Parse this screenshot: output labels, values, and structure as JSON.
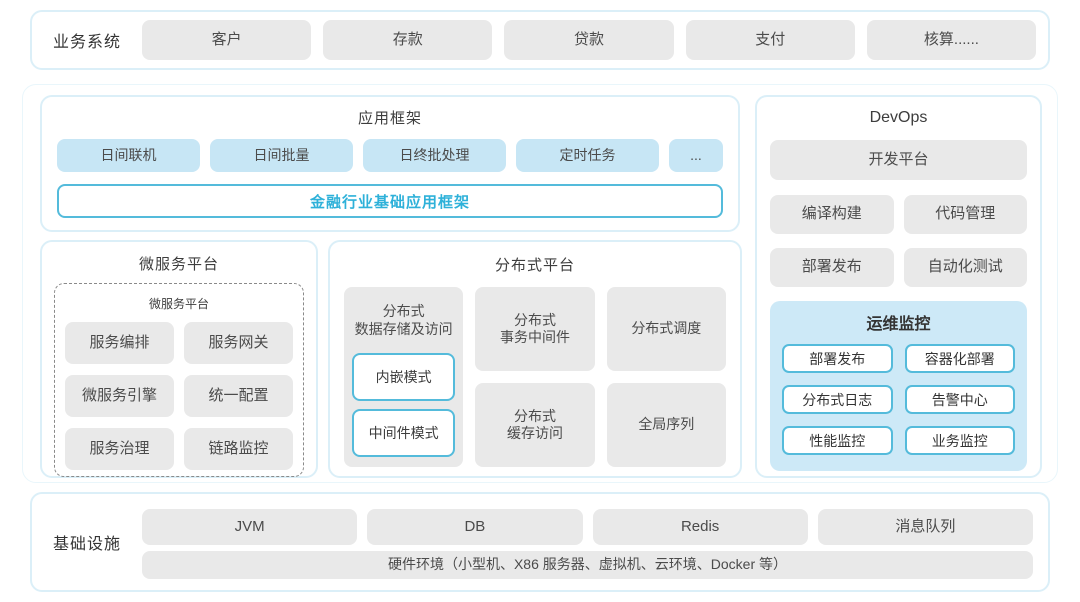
{
  "business": {
    "label": "业务系统",
    "items": [
      "客户",
      "存款",
      "贷款",
      "支付",
      "核算......"
    ]
  },
  "app_framework": {
    "title": "应用框架",
    "items": [
      "日间联机",
      "日间批量",
      "日终批处理",
      "定时任务",
      "..."
    ],
    "base": "金融行业基础应用框架"
  },
  "devops": {
    "title": "DevOps",
    "platform": "开发平台",
    "items": [
      "编译构建",
      "代码管理",
      "部署发布",
      "自动化测试"
    ],
    "monitoring": {
      "title": "运维监控",
      "items": [
        "部署发布",
        "容器化部署",
        "分布式日志",
        "告警中心",
        "性能监控",
        "业务监控"
      ]
    }
  },
  "microservice": {
    "title": "微服务平台",
    "inner_title": "微服务平台",
    "items": [
      "服务编排",
      "服务网关",
      "微服务引擎",
      "统一配置",
      "服务治理",
      "链路监控"
    ]
  },
  "distributed": {
    "title": "分布式平台",
    "storage": {
      "title": "分布式\n数据存储及访问",
      "modes": [
        "内嵌模式",
        "中间件模式"
      ]
    },
    "cells": [
      "分布式\n事务中间件",
      "分布式调度",
      "分布式\n缓存访问",
      "全局序列"
    ]
  },
  "infrastructure": {
    "label": "基础设施",
    "items": [
      "JVM",
      "DB",
      "Redis",
      "消息队列"
    ],
    "hardware": "硬件环境（小型机、X86 服务器、虚拟机、云环境、Docker 等）"
  },
  "colors": {
    "panel_border": "#dbeff8",
    "chip_gray": "#e9e9e9",
    "chip_blue": "#c7e6f5",
    "cyan_border": "#54bbdb",
    "cyan_text": "#2eb1d9",
    "monitor_bg": "#cde9f7"
  }
}
